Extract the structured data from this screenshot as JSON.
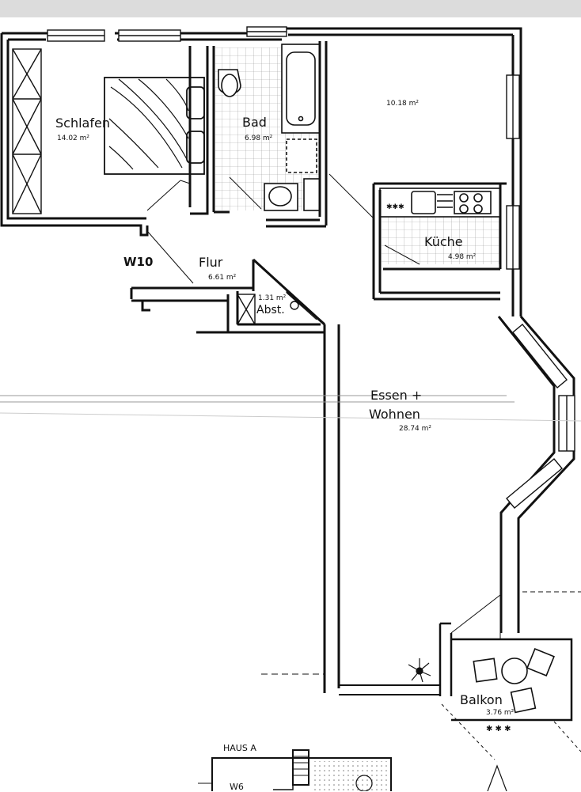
{
  "rooms": {
    "schlafen": {
      "name": "Schlafen",
      "area": "14.02 m²"
    },
    "bad": {
      "name": "Bad",
      "area": "6.98 m²"
    },
    "unlabeled_room": {
      "area": "10.18 m²"
    },
    "kueche": {
      "name": "Küche",
      "area": "4.98 m²"
    },
    "flur": {
      "name": "Flur",
      "area": "6.61 m²"
    },
    "abst": {
      "name": "Abst.",
      "area": "1.31 m²"
    },
    "essen_wohnen": {
      "line1": "Essen +",
      "line2": "Wohnen",
      "area": "28.74 m²"
    },
    "balkon": {
      "name": "Balkon",
      "area": "3.76 m²"
    }
  },
  "unit_id": "W10",
  "site": {
    "building": "HAUS A",
    "unit": "W6"
  },
  "colors": {
    "line": "#111111",
    "fill": "#ffffff",
    "hatch": "#888888"
  }
}
